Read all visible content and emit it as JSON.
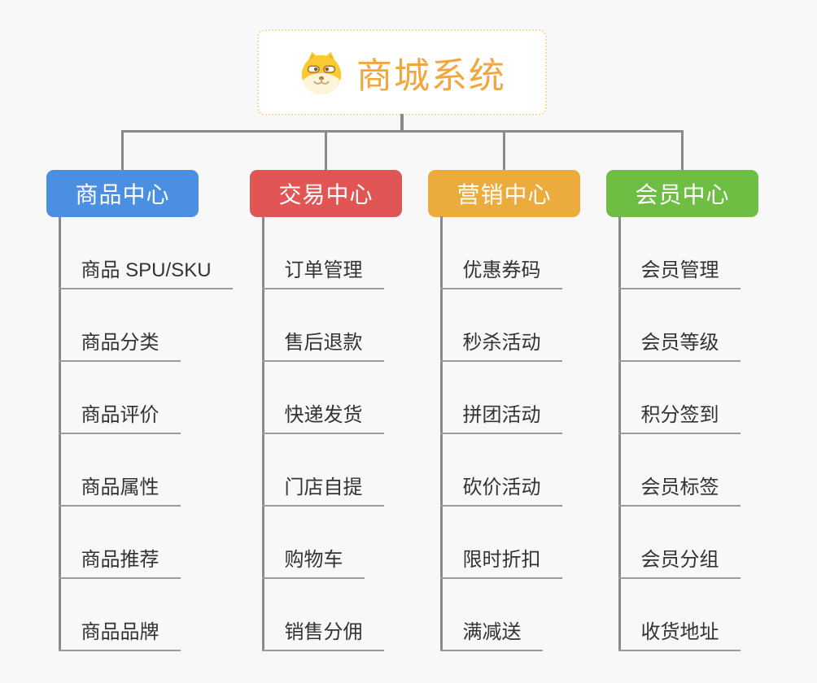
{
  "root": {
    "title": "商城系统",
    "icon": "doge-icon"
  },
  "branches": [
    {
      "id": "product-center",
      "label": "商品中心",
      "color": "#4b8fe2",
      "items": [
        "商品 SPU/SKU",
        "商品分类",
        "商品评价",
        "商品属性",
        "商品推荐",
        "商品品牌"
      ]
    },
    {
      "id": "trade-center",
      "label": "交易中心",
      "color": "#e15654",
      "items": [
        "订单管理",
        "售后退款",
        "快递发货",
        "门店自提",
        "购物车",
        "销售分佣"
      ]
    },
    {
      "id": "marketing-center",
      "label": "营销中心",
      "color": "#ebab3d",
      "items": [
        "优惠券码",
        "秒杀活动",
        "拼团活动",
        "砍价活动",
        "限时折扣",
        "满减送"
      ]
    },
    {
      "id": "member-center",
      "label": "会员中心",
      "color": "#6fbe44",
      "items": [
        "会员管理",
        "会员等级",
        "积分签到",
        "会员标签",
        "会员分组",
        "收货地址"
      ]
    }
  ],
  "colors": {
    "background": "#f8f8f8",
    "connector": "#8a8a8a",
    "underline": "#9b9b9b",
    "item_text": "#333333",
    "node_text": "#ffffff",
    "root_text": "#f1a73d",
    "root_border": "#f7d9a1"
  }
}
